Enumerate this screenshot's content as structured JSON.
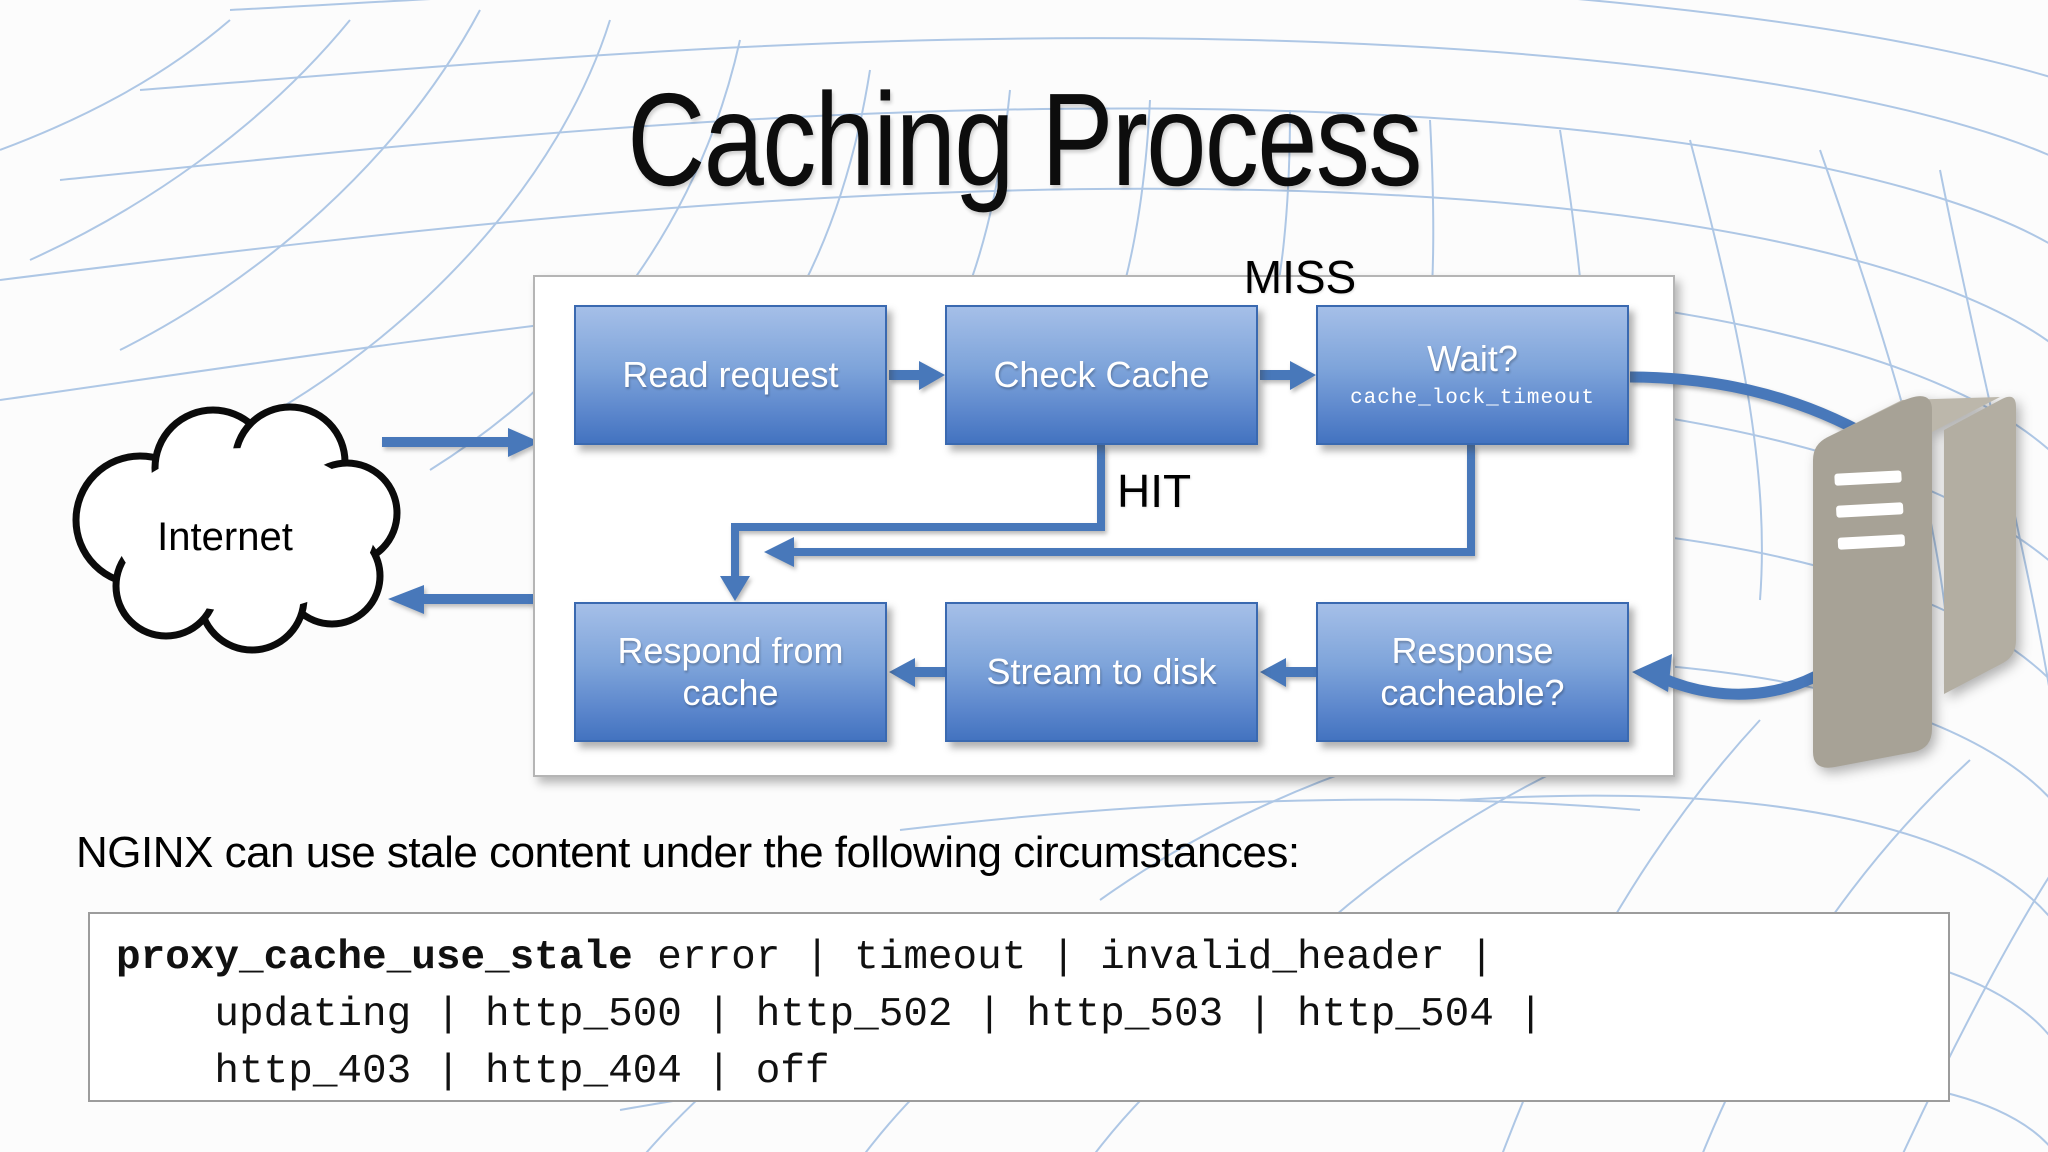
{
  "slide": {
    "title": "Caching Process"
  },
  "flow": {
    "miss_label": "MISS",
    "hit_label": "HIT",
    "nodes": [
      {
        "id": "read-request",
        "label": "Read request"
      },
      {
        "id": "check-cache",
        "label": "Check Cache"
      },
      {
        "id": "wait",
        "label": "Wait?",
        "sublabel": "cache_lock_timeout"
      },
      {
        "id": "respond-from-cache",
        "label": "Respond from cache"
      },
      {
        "id": "stream-to-disk",
        "label": "Stream to disk"
      },
      {
        "id": "response-cacheable",
        "label": "Response cacheable?"
      }
    ],
    "internet": {
      "label": "Internet"
    },
    "icons": {
      "cloud": "internet-cloud-icon",
      "server": "origin-server-tower-icon"
    }
  },
  "stale_note": "NGINX can use stale content under the following circumstances:",
  "code_block": {
    "directive": "proxy_cache_use_stale",
    "args_line1": " error | timeout | invalid_header |",
    "line2": "    updating | http_500 | http_502 | http_503 | http_504 |",
    "line3": "    http_403 | http_404 | off"
  },
  "colors": {
    "accent_arrow_blue": "#4878ba",
    "node_gradient_top": "#a5bfe8",
    "node_gradient_bottom": "#4373c0",
    "node_border": "#3a69b0",
    "mesh_blue": "#6f9cd4",
    "server_gray": "#a7a296",
    "container_border": "#b5b5b5"
  }
}
